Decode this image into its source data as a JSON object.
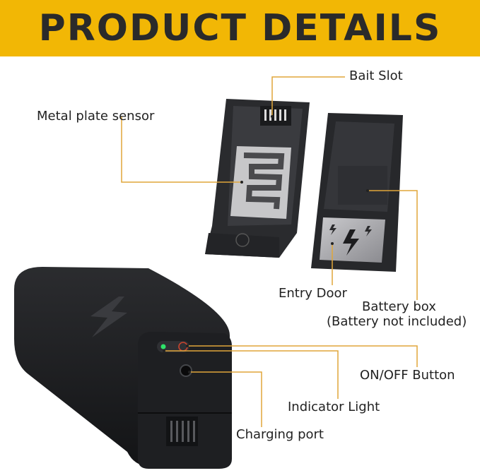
{
  "banner": {
    "title": "PRODUCT DETAILS"
  },
  "labels": {
    "bait_slot": "Bait Slot",
    "metal_plate_sensor": "Metal plate sensor",
    "entry_door": "Entry Door",
    "battery_box_line1": "Battery box",
    "battery_box_line2": "(Battery not included)",
    "on_off_button": "ON/OFF Button",
    "indicator_light": "Indicator Light",
    "charging_port": "Charging port"
  },
  "colors": {
    "banner": "#f2b705",
    "callout_line": "#e0a63a",
    "device": "#1b1c1e"
  }
}
